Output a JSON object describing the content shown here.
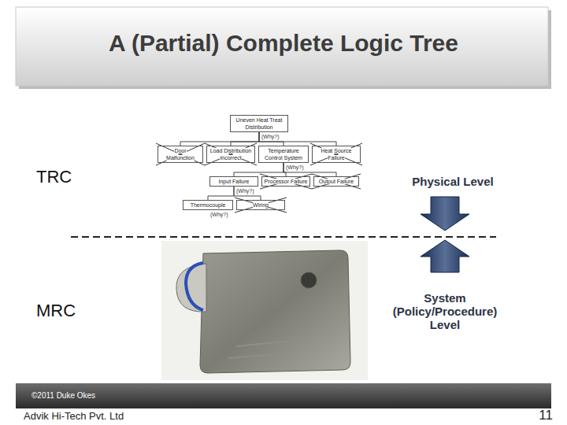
{
  "diagram": {
    "title": "A (Partial) Complete Logic Tree",
    "nodes": [
      {
        "text": [
          "Uneven Heat Treat Distribution"
        ]
      },
      {
        "text": [
          "Door Malfunction"
        ]
      },
      {
        "text": [
          "Load Distribution Incorrect"
        ]
      },
      {
        "text": [
          "Temperature Control System"
        ]
      },
      {
        "text": [
          "Heat Source Failure"
        ]
      },
      {
        "text": [
          "Input Failure"
        ]
      },
      {
        "text": [
          "Processor Failure"
        ]
      },
      {
        "text": [
          "Output Failure"
        ]
      },
      {
        "text": [
          "Thermocouple"
        ]
      },
      {
        "text": [
          "Wiring"
        ]
      }
    ],
    "edges": [
      {
        "from": 0,
        "to": 1,
        "arrow": "none"
      },
      {
        "from": 0,
        "to": 2,
        "arrow": "none"
      },
      {
        "from": 0,
        "to": 3,
        "arrow": "none"
      },
      {
        "from": 0,
        "to": 4,
        "arrow": "none"
      },
      {
        "from": 3,
        "to": 5,
        "arrow": "none"
      },
      {
        "from": 3,
        "to": 6,
        "arrow": "none"
      },
      {
        "from": 3,
        "to": 7,
        "arrow": "none"
      },
      {
        "from": 5,
        "to": 8,
        "arrow": "none"
      },
      {
        "from": 5,
        "to": 9,
        "arrow": "none"
      }
    ],
    "labels": [
      "TRC",
      "(Why?)",
      "(Why?)",
      "(Why?)",
      "(Why?)",
      "Physical Level",
      "MRC",
      "System (Policy/Procedure) Level",
      "©2011 Duke Okes",
      "Advik Hi-Tech Pvt. Ltd",
      "11"
    ]
  }
}
